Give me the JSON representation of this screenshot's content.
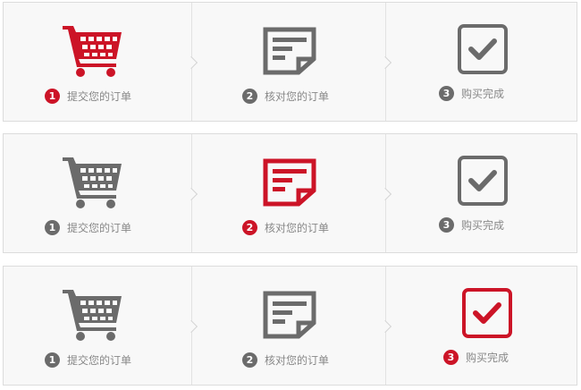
{
  "colors": {
    "active": "#cc1427",
    "inactive": "#6b6b6b",
    "text": "#888888"
  },
  "steps": [
    {
      "num": "1",
      "label": "提交您的订单",
      "icon": "shopping-cart-icon"
    },
    {
      "num": "2",
      "label": "核对您的订单",
      "icon": "document-icon"
    },
    {
      "num": "3",
      "label": "购买完成",
      "icon": "checkbox-icon"
    }
  ],
  "panels": [
    {
      "active_step": 1
    },
    {
      "active_step": 2
    },
    {
      "active_step": 3
    }
  ]
}
